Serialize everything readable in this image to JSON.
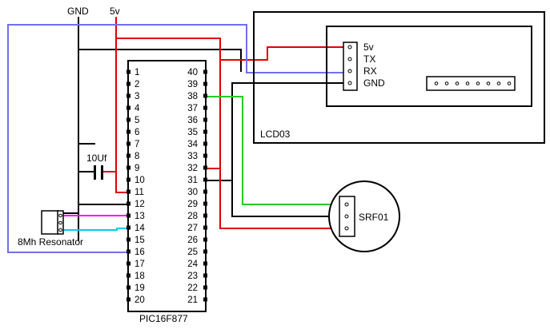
{
  "rails": {
    "gnd": "GND",
    "vcc": "5v"
  },
  "pic": {
    "part": "PIC16F877",
    "left_pins": [
      "1",
      "2",
      "3",
      "4",
      "5",
      "6",
      "7",
      "8",
      "9",
      "10",
      "11",
      "12",
      "13",
      "14",
      "15",
      "16",
      "17",
      "18",
      "19",
      "20"
    ],
    "right_pins": [
      "40",
      "39",
      "38",
      "37",
      "36",
      "35",
      "34",
      "33",
      "32",
      "31",
      "30",
      "29",
      "28",
      "27",
      "26",
      "25",
      "24",
      "23",
      "22",
      "21"
    ]
  },
  "capacitor": {
    "value": "10Uf"
  },
  "resonator": {
    "label": "8Mh Resonator"
  },
  "lcd": {
    "label": "LCD03",
    "pins": [
      "5v",
      "TX",
      "RX",
      "GND"
    ]
  },
  "srf": {
    "label": "SRF01"
  },
  "colors": {
    "power": "#e00000",
    "ground": "#000000",
    "serial_rx": "#6f6fef",
    "sensor": "#22cc22",
    "osc1": "#ff00ff",
    "osc2": "#00ccee"
  }
}
